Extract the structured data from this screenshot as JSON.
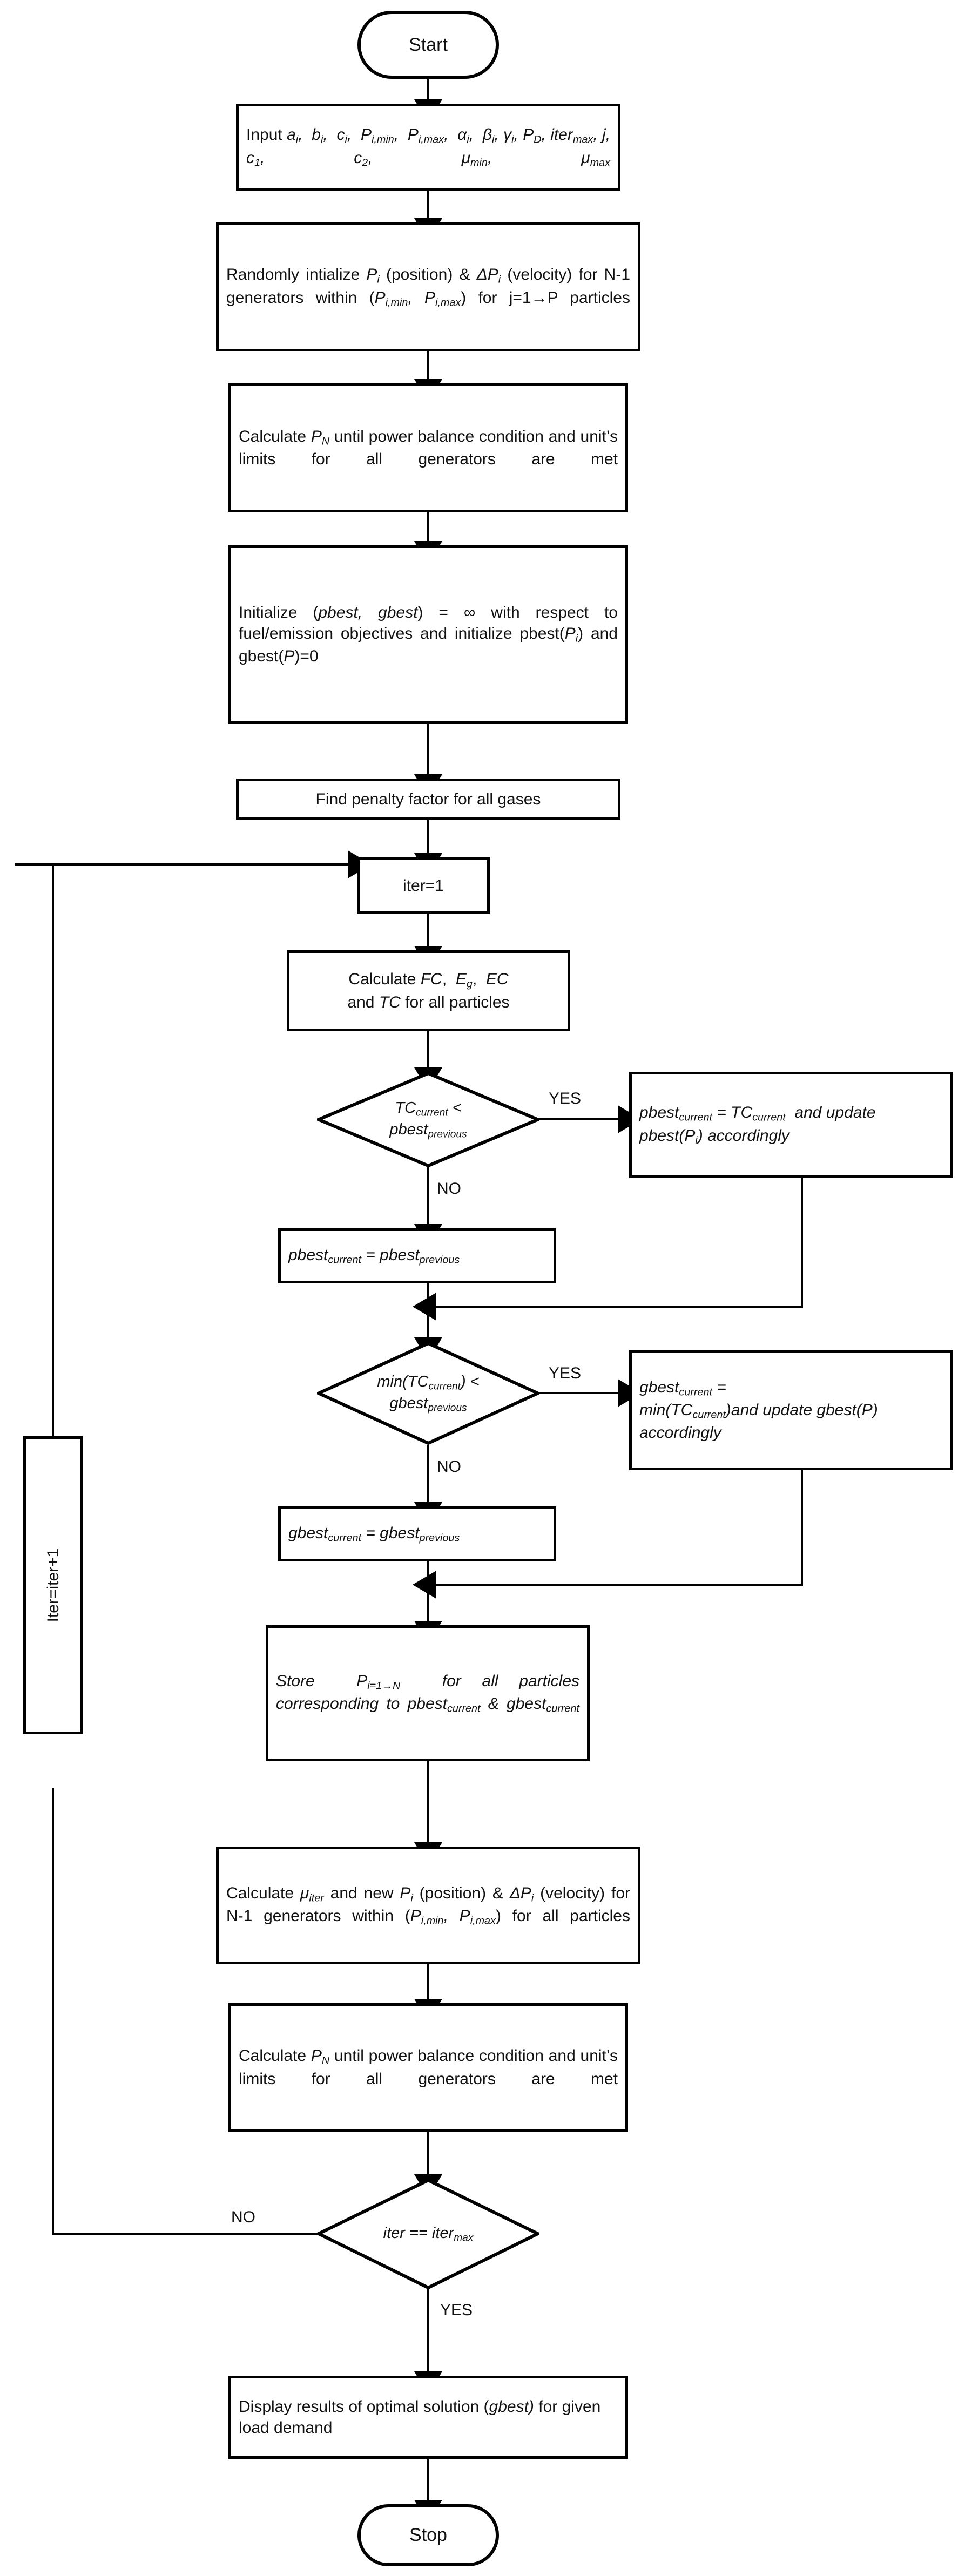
{
  "diagram": {
    "title": "PSO based economic emission dispatch flowchart",
    "type": "flowchart",
    "stroke_color": "#000000",
    "fill_color": "#ffffff",
    "text_color": "#111111"
  },
  "nodes": {
    "start": {
      "label": "Start",
      "shape": "terminator"
    },
    "input": {
      "shape": "process",
      "line1_prefix": "Input ",
      "line1_vars": "a",
      "text_plain": "Input a_i, b_i, c_i, P_i,min, P_i,max, α_i, β_i, γ_i, P_D, iter_max, j, c_1, c_2, μ_min, μ_max"
    },
    "random_init": {
      "shape": "process",
      "text_plain": "Randomly intialize P_i (position) & ΔP_i (velocity) for N-1 generators within (P_i,min, P_i,max) for j=1→P particles"
    },
    "calc_pn_1": {
      "shape": "process",
      "text_plain": "Calculate P_N until power balance condition and unit's limits for all generators are met"
    },
    "init_best": {
      "shape": "process",
      "text_plain": "Initialize (pbest, gbest) = ∞ with respect to fuel/emission objectives and initialize pbest(P_i) and gbest(P)=0"
    },
    "penalty": {
      "shape": "process",
      "label": "Find penalty factor for all gases"
    },
    "iter_init": {
      "shape": "process",
      "label": "iter=1"
    },
    "calc_costs": {
      "shape": "process",
      "text_plain": "Calculate FC, E_g, EC and TC for all particles"
    },
    "dec_pbest": {
      "shape": "decision",
      "text_plain": "TC_current < pbest_previous"
    },
    "pbest_update": {
      "shape": "process",
      "text_plain": "pbest_current = TC_current and update pbest(P_i) accordingly"
    },
    "pbest_keep": {
      "shape": "process",
      "text_plain": "pbest_current = pbest_previous"
    },
    "dec_gbest": {
      "shape": "decision",
      "text_plain": "min(TC_current) < gbest_previous"
    },
    "gbest_update": {
      "shape": "process",
      "text_plain": "gbest_current = min(TC_current) and update gbest(P) accordingly"
    },
    "gbest_keep": {
      "shape": "process",
      "text_plain": "gbest_current = gbest_previous"
    },
    "store": {
      "shape": "process",
      "text_plain": "Store P_i=1→N for all particles corresponding to pbest_current & gbest_current"
    },
    "calc_new_p": {
      "shape": "process",
      "text_plain": "Calculate μ_iter and new P_i (position) & ΔP_i (velocity) for N-1 generators within (P_i,min, P_i,max) for all particles"
    },
    "calc_pn_2": {
      "shape": "process",
      "text_plain": "Calculate P_N until power balance condition and unit's limits for all generators are met"
    },
    "dec_iter": {
      "shape": "decision",
      "text_plain": "iter == iter_max"
    },
    "iter_increment": {
      "shape": "process-rotated",
      "label": "Iter=iter+1"
    },
    "display": {
      "shape": "process",
      "text_plain": "Display results of optimal solution (gbest) for given load demand"
    },
    "stop": {
      "label": "Stop",
      "shape": "terminator"
    }
  },
  "edge_labels": {
    "yes_pbest": "YES",
    "no_pbest": "NO",
    "yes_gbest": "YES",
    "no_gbest": "NO",
    "no_iter": "NO",
    "yes_iter": "YES"
  }
}
